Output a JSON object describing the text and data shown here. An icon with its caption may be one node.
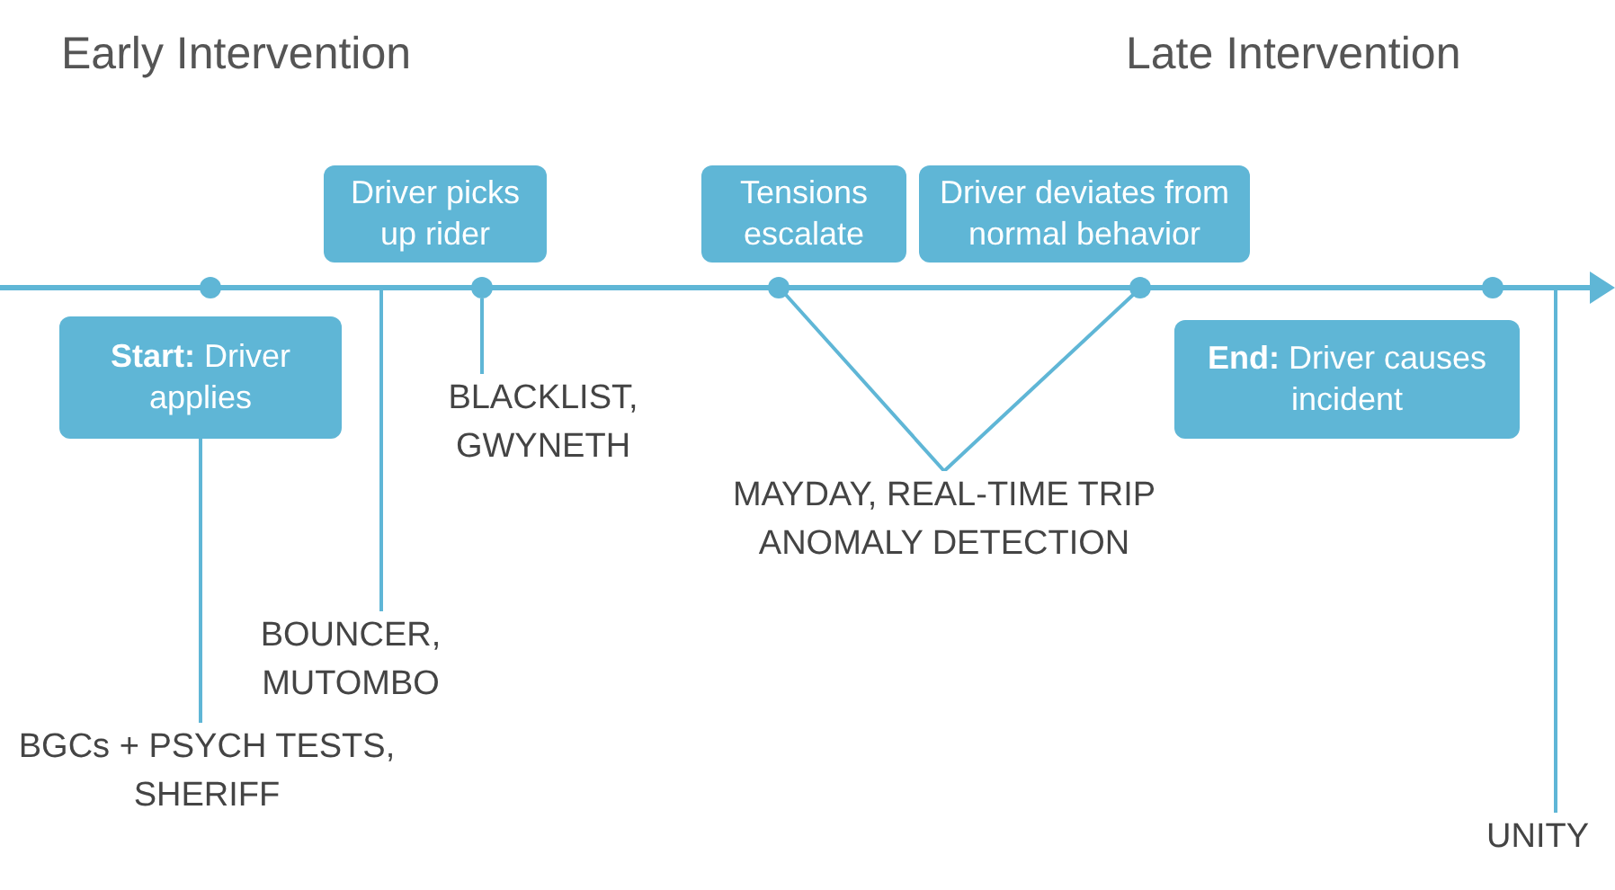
{
  "diagram": {
    "nodes": [
      {
        "text": [
          "**Start:** Driver applies"
        ]
      },
      {
        "text": [],
        "shape": "circle"
      },
      {
        "text": [
          "Driver picks up rider"
        ]
      },
      {
        "text": [],
        "shape": "circle"
      },
      {
        "text": [
          "Tensions escalate"
        ]
      },
      {
        "text": [],
        "shape": "circle"
      },
      {
        "text": [
          "Driver deviates from normal behavior"
        ]
      },
      {
        "text": [],
        "shape": "circle"
      },
      {
        "text": [
          "**End:** Driver causes incident"
        ]
      },
      {
        "text": [],
        "shape": "circle"
      },
      {
        "text": [
          "BLACKLIST, GWYNETH"
        ]
      },
      {
        "text": [
          "MAYDAY, REAL-TIME TRIP ANOMALY DETECTION"
        ]
      },
      {
        "text": [
          "BOUNCER, MUTOMBO"
        ]
      },
      {
        "text": [
          "BGCs + PSYCH TESTS, SHERIFF"
        ]
      },
      {
        "text": [
          "UNITY"
        ]
      }
    ],
    "edges": [
      {
        "from": 0,
        "to": 13,
        "arrow": "none"
      },
      {
        "from": 3,
        "to": 10,
        "arrow": "none"
      },
      {
        "from": 5,
        "to": 11,
        "arrow": "none"
      },
      {
        "from": 7,
        "to": 11,
        "arrow": "none"
      },
      {
        "from": null,
        "to": 12,
        "arrow": "none"
      },
      {
        "from": null,
        "to": 14,
        "arrow": "none"
      }
    ],
    "labels": [
      "Early Intervention",
      "Late Intervention"
    ]
  }
}
